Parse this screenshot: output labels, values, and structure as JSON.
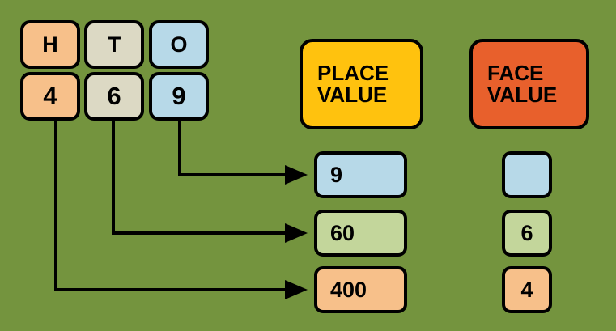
{
  "background_color": "#74943e",
  "palette": {
    "peach": "#f7c08a",
    "beige": "#dcd9c4",
    "blue": "#b7d9e8",
    "sage": "#c3d69b",
    "gold": "#ffc20e",
    "orangered": "#e8602c",
    "outline": "#000000"
  },
  "number": {
    "headers": [
      {
        "label": "H",
        "color": "#f7c08a"
      },
      {
        "label": "T",
        "color": "#dcd9c4"
      },
      {
        "label": "O",
        "color": "#b7d9e8"
      }
    ],
    "digits": [
      {
        "label": "4",
        "color": "#f7c08a"
      },
      {
        "label": "6",
        "color": "#dcd9c4"
      },
      {
        "label": "9",
        "color": "#b7d9e8"
      }
    ]
  },
  "columns": {
    "place_value": {
      "title_line1": "PLACE",
      "title_line2": "VALUE",
      "color": "#ffc20e",
      "values": [
        {
          "label": "9",
          "color": "#b7d9e8"
        },
        {
          "label": "60",
          "color": "#c3d69b"
        },
        {
          "label": "400",
          "color": "#f7c08a"
        }
      ]
    },
    "face_value": {
      "title_line1": "FACE",
      "title_line2": "VALUE",
      "color": "#e8602c",
      "values": [
        {
          "label": "",
          "color": "#b7d9e8"
        },
        {
          "label": "6",
          "color": "#c3d69b"
        },
        {
          "label": "4",
          "color": "#f7c08a"
        }
      ]
    }
  },
  "connectors": [
    {
      "from_digit": "9",
      "to_value": "9"
    },
    {
      "from_digit": "6",
      "to_value": "60"
    },
    {
      "from_digit": "4",
      "to_value": "400"
    }
  ]
}
